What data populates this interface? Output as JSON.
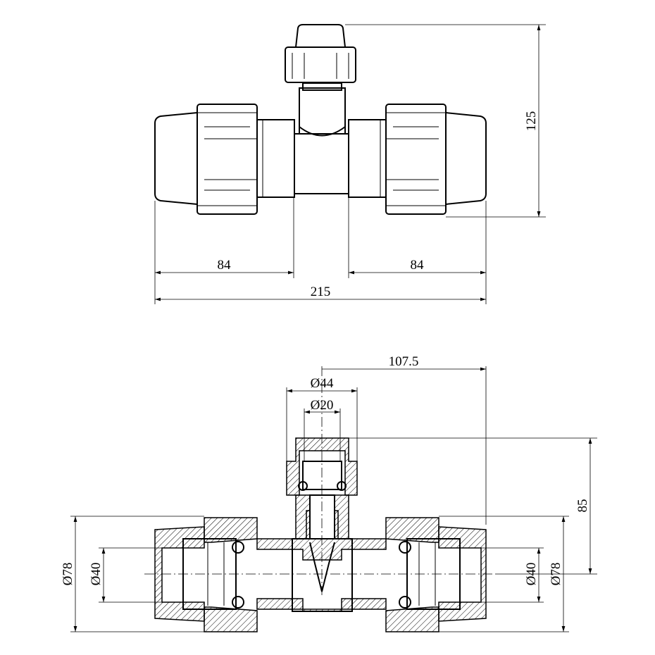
{
  "top_view": {
    "height_dim": "125",
    "left_length_dim": "84",
    "right_length_dim": "84",
    "total_length_dim": "215"
  },
  "section_view": {
    "half_length_dim": "107.5",
    "branch_outer_dia": "Ø44",
    "branch_inner_dia": "Ø20",
    "branch_height_dim": "85",
    "left_outer_dia": "Ø78",
    "left_inner_dia": "Ø40",
    "right_inner_dia": "Ø40",
    "right_outer_dia": "Ø78"
  }
}
